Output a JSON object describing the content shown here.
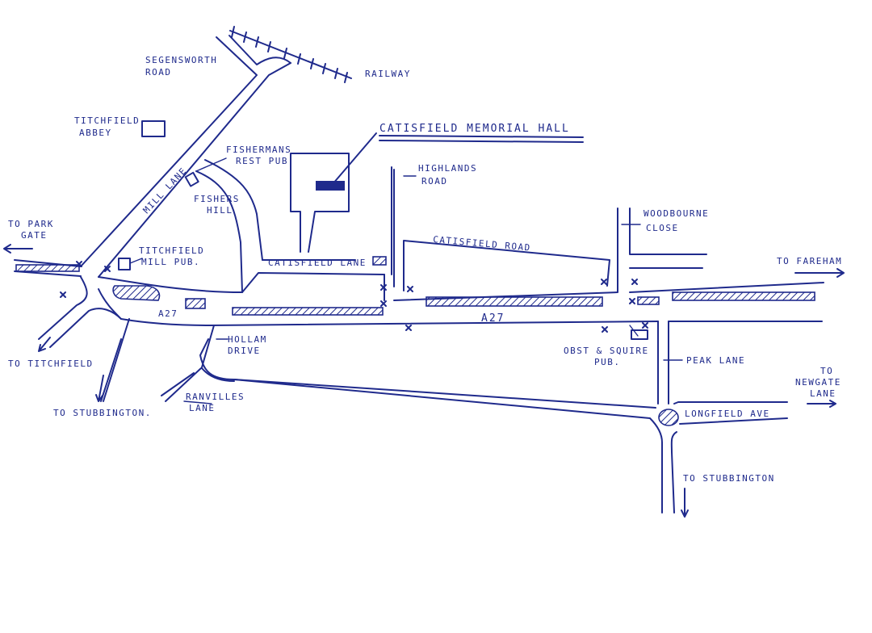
{
  "map": {
    "title": "CATISFIELD MEMORIAL HALL",
    "labels": {
      "segensworth_road_1": "SEGENSWORTH",
      "segensworth_road_2": "ROAD",
      "railway": "RAILWAY",
      "titchfield_abbey_1": "TITCHFIELD",
      "titchfield_abbey_2": "ABBEY",
      "mill_lane": "MILL LANE",
      "fishermans_rest_1": "FISHERMANS",
      "fishermans_rest_2": "REST PUB",
      "fishers_hill_1": "FISHERS",
      "fishers_hill_2": "HILL",
      "highlands_road_1": "HIGHLANDS",
      "highlands_road_2": "ROAD",
      "woodbourne_close_1": "WOODBOURNE",
      "woodbourne_close_2": "CLOSE",
      "to_park_gate_1": "TO PARK",
      "to_park_gate_2": "GATE",
      "titchfield_mill_pub_1": "TITCHFIELD",
      "titchfield_mill_pub_2": "MILL PUB.",
      "catisfield_lane": "CATISFIELD LANE",
      "catisfield_road": "CATISFIELD ROAD",
      "to_fareham": "TO FAREHAM",
      "a27_left": "A27",
      "a27_center": "A27",
      "hollam_drive_1": "HOLLAM",
      "hollam_drive_2": "DRIVE",
      "obst_squire_1": "OBST & SQUIRE",
      "obst_squire_2": "PUB.",
      "peak_lane": "PEAK LANE",
      "to_titchfield": "TO TITCHFIELD",
      "ranvilles_lane_1": "RANVILLES",
      "ranvilles_lane_2": "LANE",
      "to_stubbington_left": "TO STUBBINGTON.",
      "to_newgate_lane_1": "TO",
      "to_newgate_lane_2": "NEWGATE",
      "to_newgate_lane_3": "LANE",
      "longfield_ave": "LONGFIELD AVE",
      "to_stubbington_right": "TO STUBBINGTON"
    }
  }
}
